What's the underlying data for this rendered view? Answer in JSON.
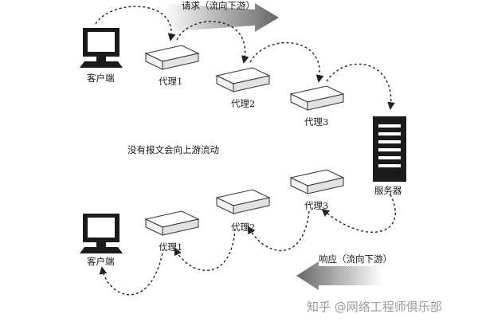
{
  "top": {
    "request_label": "请求（流向下游）",
    "client": "客户端",
    "proxies": [
      "代理1",
      "代理2",
      "代理3"
    ]
  },
  "server": "服务器",
  "middle_note": "没有报文会向上游流动",
  "bottom": {
    "response_label": "响应（流向下游）",
    "client": "客户端",
    "proxies": [
      "代理1",
      "代理2",
      "代理3"
    ]
  },
  "watermark": "知乎 @网络工程师俱乐部",
  "icons": {
    "client": "computer-icon",
    "proxy": "proxy-box-icon",
    "server": "server-tower-icon",
    "arrow": "gradient-arrow-icon"
  }
}
